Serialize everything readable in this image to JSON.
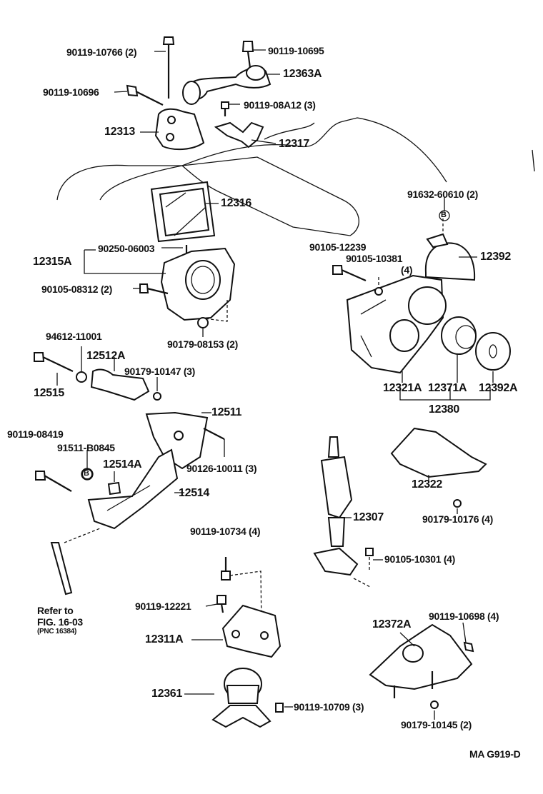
{
  "diagram": {
    "labels": [
      {
        "id": "l01",
        "name": "part-90119-10766",
        "text": "90119-10766 (2)"
      },
      {
        "id": "l02",
        "name": "part-90119-10695",
        "text": "90119-10695"
      },
      {
        "id": "l03",
        "name": "part-12363a",
        "text": "12363A"
      },
      {
        "id": "l04",
        "name": "part-90119-10696",
        "text": "90119-10696"
      },
      {
        "id": "l05",
        "name": "part-90119-08a12",
        "text": "90119-08A12 (3)"
      },
      {
        "id": "l06",
        "name": "part-12313",
        "text": "12313"
      },
      {
        "id": "l07",
        "name": "part-12317",
        "text": "12317"
      },
      {
        "id": "l08",
        "name": "part-91632-60610",
        "text": "91632-60610 (2)"
      },
      {
        "id": "l09",
        "name": "part-12316",
        "text": "12316"
      },
      {
        "id": "l10",
        "name": "part-90250-06003",
        "text": "90250-06003"
      },
      {
        "id": "l11",
        "name": "part-12315a",
        "text": "12315A"
      },
      {
        "id": "l12",
        "name": "part-90105-12239",
        "text": "90105-12239"
      },
      {
        "id": "l13",
        "name": "part-90105-10381",
        "text": "90105-10381"
      },
      {
        "id": "l14",
        "name": "part-90105-10381-qty",
        "text": "(4)"
      },
      {
        "id": "l15",
        "name": "part-12392",
        "text": "12392"
      },
      {
        "id": "l16",
        "name": "part-90105-08312",
        "text": "90105-08312 (2)"
      },
      {
        "id": "l17",
        "name": "part-90179-08153",
        "text": "90179-08153 (2)"
      },
      {
        "id": "l18",
        "name": "part-94612-11001",
        "text": "94612-11001"
      },
      {
        "id": "l19",
        "name": "part-12512a",
        "text": "12512A"
      },
      {
        "id": "l20",
        "name": "part-90179-10147",
        "text": "90179-10147 (3)"
      },
      {
        "id": "l21",
        "name": "part-12515",
        "text": "12515"
      },
      {
        "id": "l22",
        "name": "part-12321a",
        "text": "12321A"
      },
      {
        "id": "l23",
        "name": "part-12371a",
        "text": "12371A"
      },
      {
        "id": "l24",
        "name": "part-12392a",
        "text": "12392A"
      },
      {
        "id": "l25",
        "name": "part-12380",
        "text": "12380"
      },
      {
        "id": "l26",
        "name": "part-12511",
        "text": "12511"
      },
      {
        "id": "l27",
        "name": "part-90119-08419",
        "text": "90119-08419"
      },
      {
        "id": "l28",
        "name": "part-91511-b0845",
        "text": "91511-B0845"
      },
      {
        "id": "l29",
        "name": "part-12514a",
        "text": "12514A"
      },
      {
        "id": "l30",
        "name": "part-90126-10011",
        "text": "90126-10011 (3)"
      },
      {
        "id": "l31",
        "name": "part-12514",
        "text": "12514"
      },
      {
        "id": "l32",
        "name": "part-12322",
        "text": "12322"
      },
      {
        "id": "l33",
        "name": "part-90179-10176",
        "text": "90179-10176 (4)"
      },
      {
        "id": "l34",
        "name": "part-12307",
        "text": "12307"
      },
      {
        "id": "l35",
        "name": "part-90119-10734",
        "text": "90119-10734 (4)"
      },
      {
        "id": "l36",
        "name": "part-90105-10301",
        "text": "90105-10301 (4)"
      },
      {
        "id": "l37",
        "name": "refer-to-line1",
        "text": "Refer to"
      },
      {
        "id": "l38",
        "name": "refer-to-line2",
        "text": "FIG. 16-03"
      },
      {
        "id": "l39",
        "name": "refer-to-pnc",
        "text": "(PNC 16384)"
      },
      {
        "id": "l40",
        "name": "part-90119-12221",
        "text": "90119-12221"
      },
      {
        "id": "l41",
        "name": "part-90119-10698",
        "text": "90119-10698 (4)"
      },
      {
        "id": "l42",
        "name": "part-12372a",
        "text": "12372A"
      },
      {
        "id": "l43",
        "name": "part-12311a",
        "text": "12311A"
      },
      {
        "id": "l44",
        "name": "part-12361",
        "text": "12361"
      },
      {
        "id": "l45",
        "name": "part-90119-10709",
        "text": "90119-10709 (3)"
      },
      {
        "id": "l46",
        "name": "part-90179-10145",
        "text": "90179-10145 (2)"
      },
      {
        "id": "l47",
        "name": "diagram-code",
        "text": "MA  G919-D"
      }
    ],
    "markers": {
      "circle_b_1": "B",
      "circle_b_2": "B"
    }
  }
}
